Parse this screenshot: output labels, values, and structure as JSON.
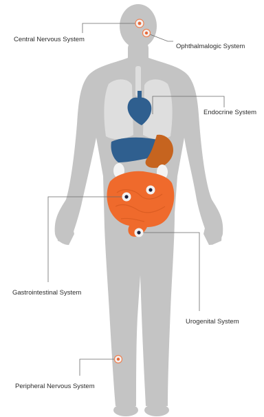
{
  "colors": {
    "body": "#c4c4c4",
    "organ_light": "#dedede",
    "organ_white": "#f4f4f4",
    "heart_liver": "#2f5f8f",
    "stomach": "#c6641f",
    "intestine": "#ef6a2c",
    "marker_fill": "#f2f2f2",
    "marker_dot": "#1c1f3a",
    "marker_ring": "#f08050",
    "leader_line": "#6a6a6a"
  },
  "labels": {
    "cns": "Central Nervous System",
    "ophthalmologic": "Ophthalmalogic System",
    "endocrine": "Endocrine System",
    "gastrointestinal": "Gastrointestinal System",
    "urogenital": "Urogenital System",
    "peripheral": "Peripheral Nervous System"
  }
}
